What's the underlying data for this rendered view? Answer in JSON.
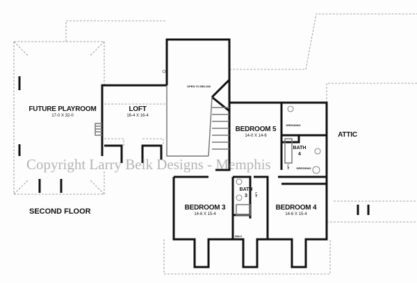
{
  "plan": {
    "floor_label": "SECOND FLOOR",
    "watermark": "Copyright Larry Belk Designs - Memphis",
    "rooms": [
      {
        "name": "FUTURE PLAYROOM",
        "size": "17-0 X 32-0"
      },
      {
        "name": "LOFT",
        "size": "16-4 X 16-4"
      },
      {
        "name": "OPEN TO BELOW"
      },
      {
        "name": "BEDROOM 5",
        "size": "14-0 X 14-6"
      },
      {
        "name": "BEDROOM 3",
        "size": "14-6 X 15-4"
      },
      {
        "name": "BEDROOM 4",
        "size": "14-6 X 15-4"
      },
      {
        "name": "BATH",
        "number": "4"
      },
      {
        "name": "BATH",
        "number": "3"
      },
      {
        "name": "ATTIC"
      },
      {
        "name": "DRESSING"
      },
      {
        "name": "DRESSING"
      },
      {
        "name": "LIN"
      },
      {
        "name": "LIN"
      },
      {
        "name": "SHLV"
      }
    ]
  }
}
